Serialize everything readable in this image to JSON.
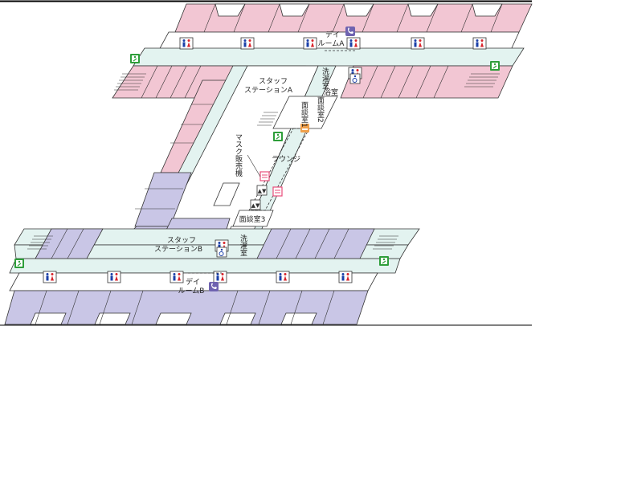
{
  "colors": {
    "ward_a": "#f2c6d3",
    "ward_b": "#c9c6e6",
    "corridor": "#e3f3f0",
    "outline": "#333333",
    "toilet_male": "#1a3fa8",
    "toilet_female": "#d8232a",
    "exit_green": "#2e9e3a",
    "phone_purple": "#6f63b0",
    "vending_pink": "#e84d7a",
    "bath_orange": "#f0a04b"
  },
  "labels": {
    "staff_station_a": [
      "スタッフ",
      "ステーションA"
    ],
    "staff_station_b": [
      "スタッフ",
      "ステーションB"
    ],
    "day_room_a": [
      "デイ",
      "ルームA"
    ],
    "day_room_b": [
      "デイ",
      "ルームB"
    ],
    "laundry_a": "洗濯室",
    "laundry_b": "洗濯室",
    "bathroom": "浴室",
    "interview_1": "面談室1",
    "interview_2": "面談室2",
    "interview_3": "面談室3",
    "mask_vending": "マスク販売機",
    "lounge": "ラウンジ"
  },
  "icons": {
    "restroom": "restroom-icon",
    "accessible": "accessible-icon",
    "emergency_exit": "emergency-exit-icon",
    "phone": "phone-icon",
    "elevator": "elevator-icon",
    "vending": "vending-machine-icon",
    "bath": "bath-icon"
  }
}
